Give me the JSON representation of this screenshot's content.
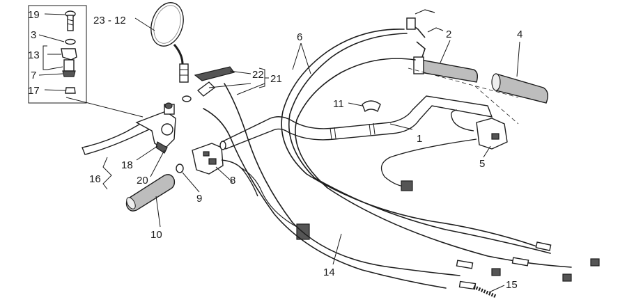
{
  "callouts": {
    "c1": "1",
    "c2": "2",
    "c3": "3",
    "c4": "4",
    "c5": "5",
    "c6": "6",
    "c7": "7",
    "c8": "8",
    "c9": "9",
    "c10": "10",
    "c11": "11",
    "c12": "23 - 12",
    "c13": "13",
    "c14": "14",
    "c15": "15",
    "c16": "16",
    "c17": "17",
    "c18": "18",
    "c19": "19",
    "c20": "20",
    "c21": "21",
    "c22": "22"
  }
}
